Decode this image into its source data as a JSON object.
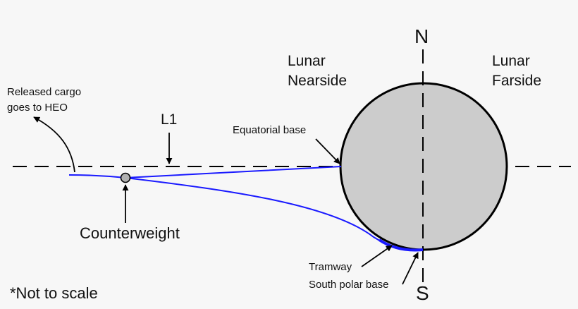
{
  "labels": {
    "north": "N",
    "south": "S",
    "lunar_nearside_line1": "Lunar",
    "lunar_nearside_line2": "Nearside",
    "lunar_farside_line1": "Lunar",
    "lunar_farside_line2": "Farside",
    "released_cargo_line1": "Released cargo",
    "released_cargo_line2": "goes to HEO",
    "l1": "L1",
    "equatorial_base": "Equatorial base",
    "counterweight": "Counterweight",
    "tramway": "Tramway",
    "south_polar_base": "South polar base",
    "not_to_scale": "*Not to scale"
  },
  "colors": {
    "background": "#f7f7f7",
    "moon_fill": "#cccccc",
    "outline": "#000000",
    "tether": "#1a1aff",
    "counterweight_fill": "#b0b0b0"
  }
}
